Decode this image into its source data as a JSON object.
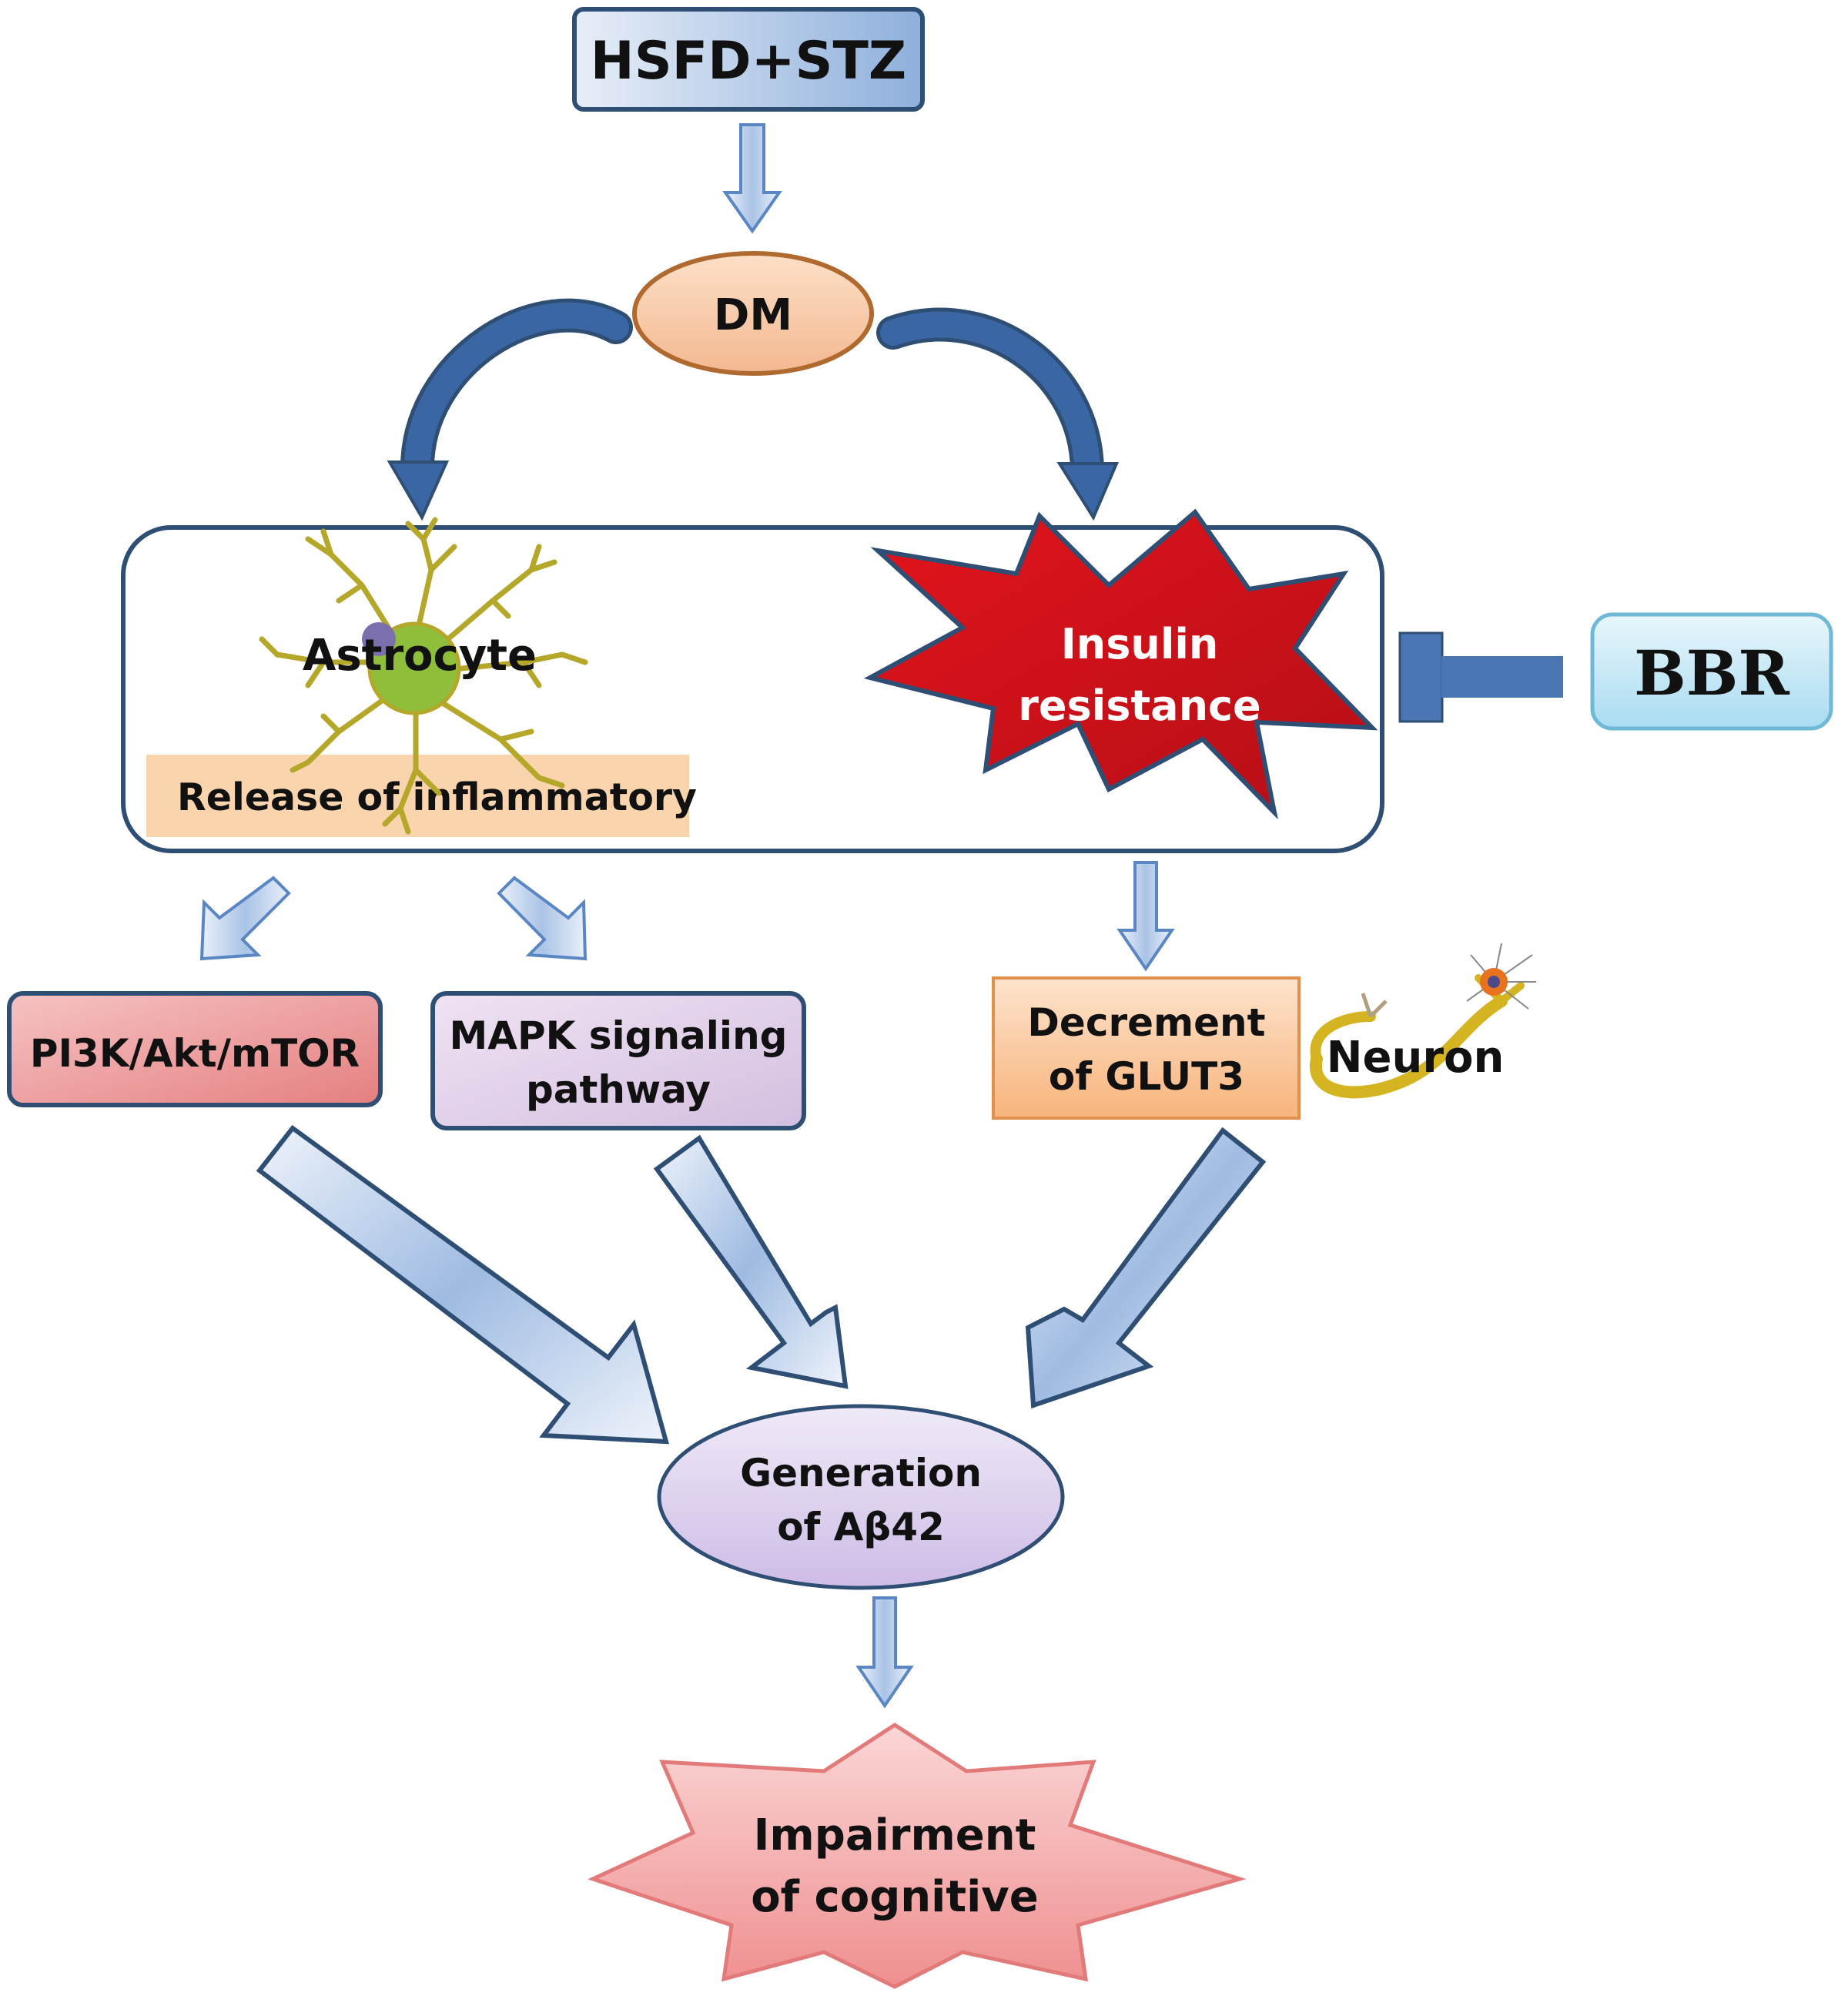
{
  "diagram": {
    "top_box": "HSFD+STZ",
    "dm": "DM",
    "astrocyte": "Astrocyte",
    "inflammatory": "Release of inflammatory",
    "insulin_line1": "Insulin",
    "insulin_line2": "resistance",
    "bbr": "BBR",
    "pi3k": "PI3K/Akt/mTOR",
    "mapk_line1": "MAPK signaling",
    "mapk_line2": "pathway",
    "glut3_line1": "Decrement",
    "glut3_line2": "of GLUT3",
    "neuron": "Neuron",
    "abeta_line1": "Generation",
    "abeta_line2": "of Aβ42",
    "impairment_line1": "Impairment",
    "impairment_line2": "of cognitive"
  },
  "colors": {
    "outline_blue": "#2f4e74",
    "curved_arrow_blue": "#3a66a4",
    "hollow_arrow_fill": "#c7d7ef",
    "inhibitor_blue": "#4a77b3",
    "insulin_red": "#d0121a",
    "dm_fill": "#f6c9a8",
    "dm_stroke": "#b06a30",
    "inflammatory_fill": "#f9d4ad",
    "pi3k_fill": "#ef9a9a",
    "mapk_fill": "#e3cfe8",
    "glut3_fill": "#f9c08f",
    "abeta_fill": "#ddd1ee",
    "impairment_fill": "#f4a4a4",
    "astrocyte_yellow": "#b5b022",
    "astrocyte_green": "#8fbf3a"
  }
}
